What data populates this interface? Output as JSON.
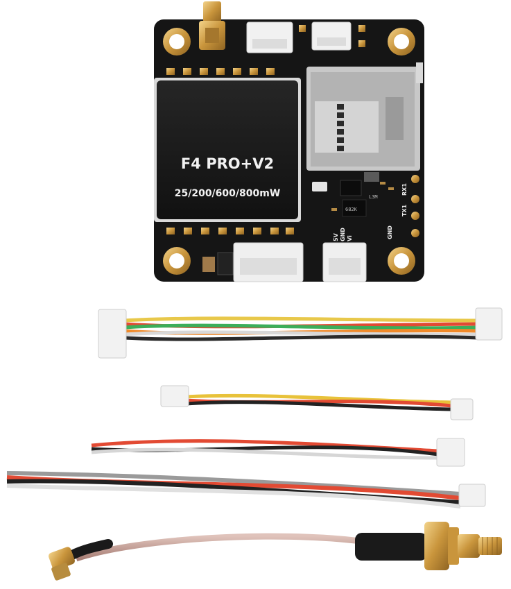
{
  "board": {
    "title": "F4 PRO+V2",
    "power_levels": "25/200/600/800mW",
    "chip_marking": "L3M",
    "chip_marking_2": "682K",
    "pad_labels": {
      "gnd": "GND",
      "tx1": "TX1",
      "rx1": "RX1",
      "v5": "5V",
      "gnd2": "GND",
      "vi": "Vi"
    }
  },
  "colors": {
    "pcb": "#141414",
    "gold": "#d4a24a",
    "connector": "#ededed",
    "coax": "#c9a8a0"
  }
}
